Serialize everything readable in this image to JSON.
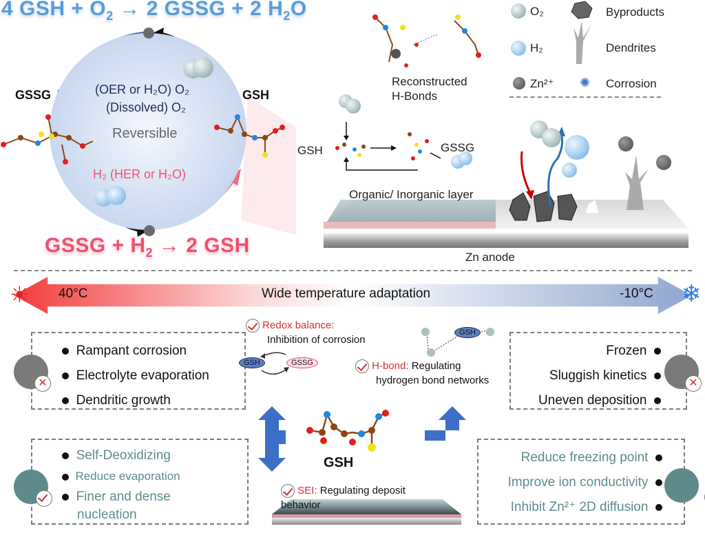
{
  "top_equation": {
    "text": "4 GSH + O",
    "sub1": "2",
    "text2": " → 2 GSSG + 2 H",
    "sub2": "2",
    "text3": "O"
  },
  "bottom_equation": {
    "text": "GSSG + H",
    "sub1": "2",
    "text2": " → 2 GSH"
  },
  "cycle": {
    "gssg_label": "GSSG",
    "gsh_label": "GSH",
    "line1": "(OER or H₂O) O₂",
    "line2": "(Dissolved) O₂",
    "center": "Reversible",
    "line3": "H₂ (HER or H₂O)"
  },
  "mechanism": {
    "h_bonds": "Reconstructed",
    "h_bonds2": "H-Bonds",
    "gsh": "GSH",
    "gssg": "GSSG",
    "layer": "Organic/ Inorganic layer",
    "anode": "Zn anode"
  },
  "legend": [
    {
      "icon": "o2",
      "label": "O₂"
    },
    {
      "icon": "h2",
      "label": "H₂"
    },
    {
      "icon": "zn",
      "label": "Zn²⁺"
    },
    {
      "icon": "byproduct",
      "label": "Byproducts"
    },
    {
      "icon": "dendrite",
      "label": "Dendrites"
    },
    {
      "icon": "corrosion",
      "label": "Corrosion"
    }
  ],
  "temperature": {
    "hot": "40°C",
    "title": "Wide temperature adaptation",
    "cold": "-10°C",
    "hot_color": "#f23b3b",
    "cold_color": "#8fa6cf"
  },
  "hot_problems": [
    "Rampant corrosion",
    "Electrolyte evaporation",
    "Dendritic growth"
  ],
  "hot_solutions": [
    "Self-Deoxidizing",
    "Reduce evaporation",
    "Finer and dense",
    "nucleation"
  ],
  "cold_problems": [
    "Frozen",
    "Sluggish kinetics",
    "Uneven deposition"
  ],
  "cold_solutions": [
    "Reduce freezing point",
    "Improve ion conductivity",
    "Inhibit Zn²⁺ 2D diffusion"
  ],
  "center": {
    "redox_title": "Redox balance:",
    "redox_text": "Inhibition of corrosion",
    "mini_gsh": "GSH",
    "mini_gssg": "GSSG",
    "hbond_title": "H-bond:",
    "hbond_text": " Regulating",
    "hbond_text2": "hydrogen bond networks",
    "hb_gsh": "GSH",
    "gsh": "GSH",
    "sei_title": "SEI:",
    "sei_text": " Regulating deposit",
    "sei_text2": "behavior"
  }
}
